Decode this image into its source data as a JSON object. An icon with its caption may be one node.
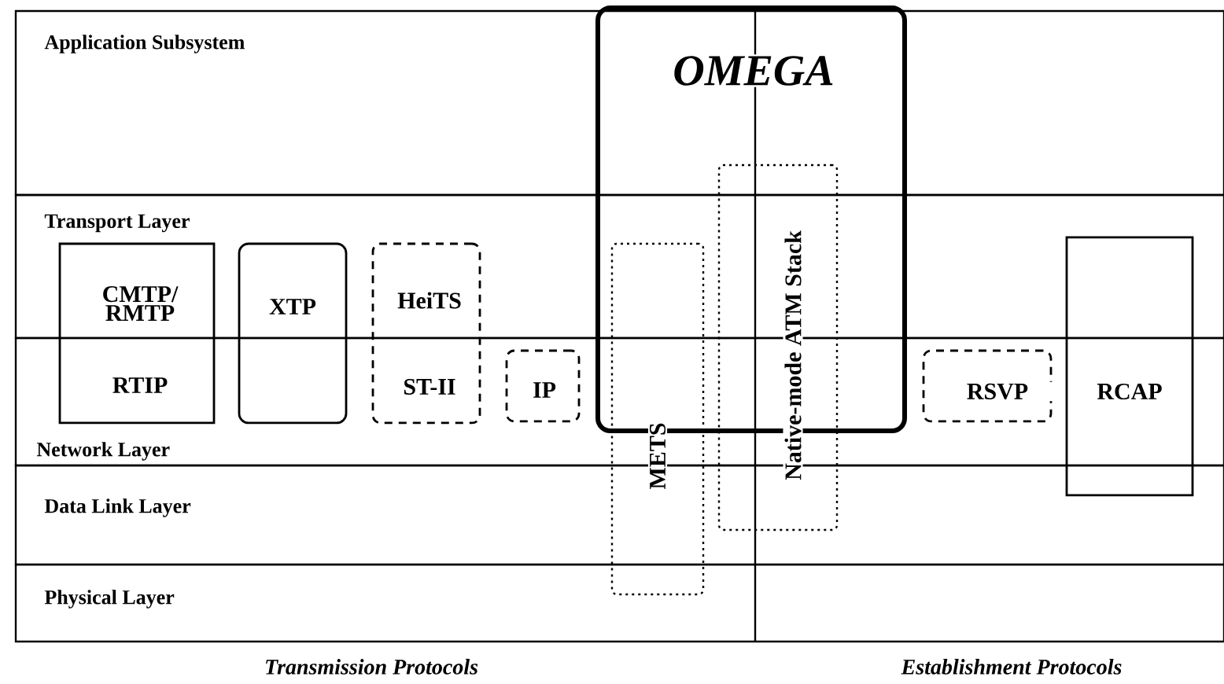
{
  "diagram": {
    "nodes": [
      {
        "text": [
          "Application Subsystem"
        ]
      },
      {
        "text": [
          "Transport Layer"
        ]
      },
      {
        "text": [
          "Network Layer"
        ]
      },
      {
        "text": [
          "Data Link Layer"
        ]
      },
      {
        "text": [
          "Physical Layer"
        ]
      },
      {
        "text": [
          "OMEGA"
        ]
      },
      {
        "text": [
          "CMTP/ RMTP",
          "RTIP"
        ]
      },
      {
        "text": [
          "XTP"
        ]
      },
      {
        "text": [
          "HeiTS",
          "ST-II"
        ]
      },
      {
        "text": [
          "IP"
        ],
        "in": 2
      },
      {
        "text": [
          "METS"
        ]
      },
      {
        "text": [
          "Native-mode ATM Stack"
        ]
      },
      {
        "text": [
          "RSVP"
        ],
        "in": 2
      },
      {
        "text": [
          "RCAP"
        ]
      }
    ],
    "edges": [],
    "labels": [
      "Transmission Protocols",
      "Establishment Protocols"
    ]
  }
}
